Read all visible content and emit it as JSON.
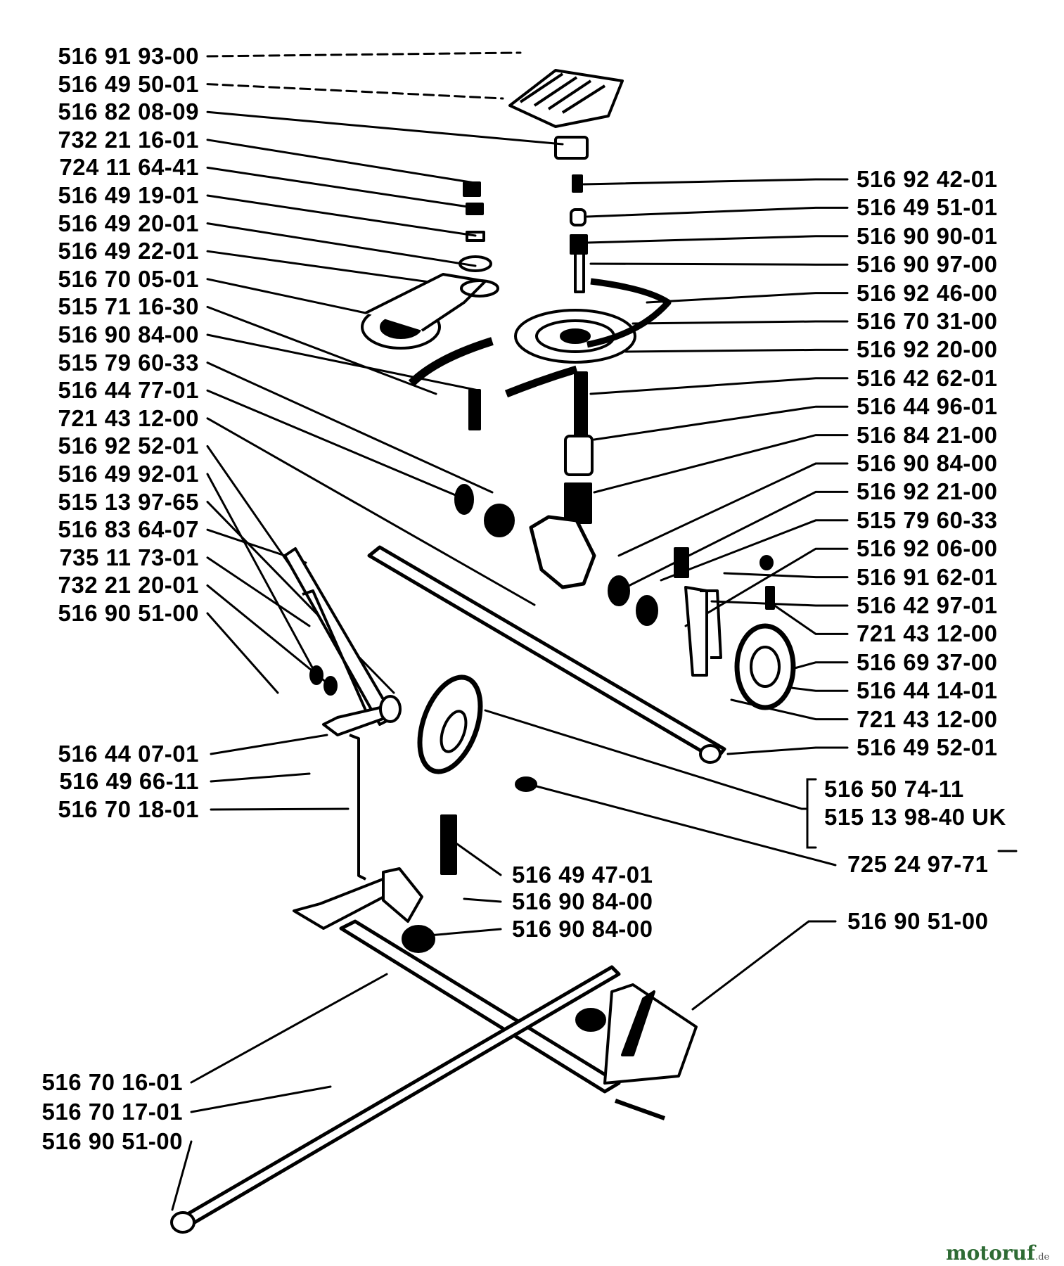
{
  "labels_left": [
    "516 91 93-00",
    "516 49 50-01",
    "516 82 08-09",
    "732 21 16-01",
    "724 11 64-41",
    "516 49 19-01",
    "516 49 20-01",
    "516 49 22-01",
    "516 70 05-01",
    "515 71 16-30",
    "516 90 84-00",
    "515 79 60-33",
    "516 44 77-01",
    "721 43 12-00",
    "516 92 52-01",
    "516 49 92-01",
    "515 13 97-65",
    "516 83 64-07",
    "735 11 73-01",
    "732 21 20-01",
    "516 90 51-00"
  ],
  "labels_left_lower": [
    "516 44 07-01",
    "516 49 66-11",
    "516 70 18-01"
  ],
  "labels_left_bottom": [
    "516 70 16-01",
    "516 70 17-01",
    "516 90 51-00"
  ],
  "labels_right": [
    "516 92 42-01",
    "516 49 51-01",
    "516 90 90-01",
    "516 90 97-00",
    "516 92 46-00",
    "516 70 31-00",
    "516 92 20-00",
    "516 42 62-01",
    "516 44 96-01",
    "516 84 21-00",
    "516 90 84-00",
    "516 92 21-00",
    "515 79 60-33",
    "516 92 06-00",
    "516 91 62-01",
    "516 42 97-01",
    "721 43 12-00",
    "516 69 37-00",
    "516 44 14-01",
    "721 43 12-00",
    "516 49 52-01"
  ],
  "bracket_labels": [
    "516 50 74-11",
    "515 13 98-40  UK"
  ],
  "label_725": "725 24 97-71",
  "labels_center": [
    "516 49 47-01",
    "516 90 84-00",
    "516 90 84-00"
  ],
  "label_right_lower": "516 90 51-00",
  "watermark": {
    "main": "motoruf",
    "tld": ".de",
    "color": "#2e6b34"
  }
}
